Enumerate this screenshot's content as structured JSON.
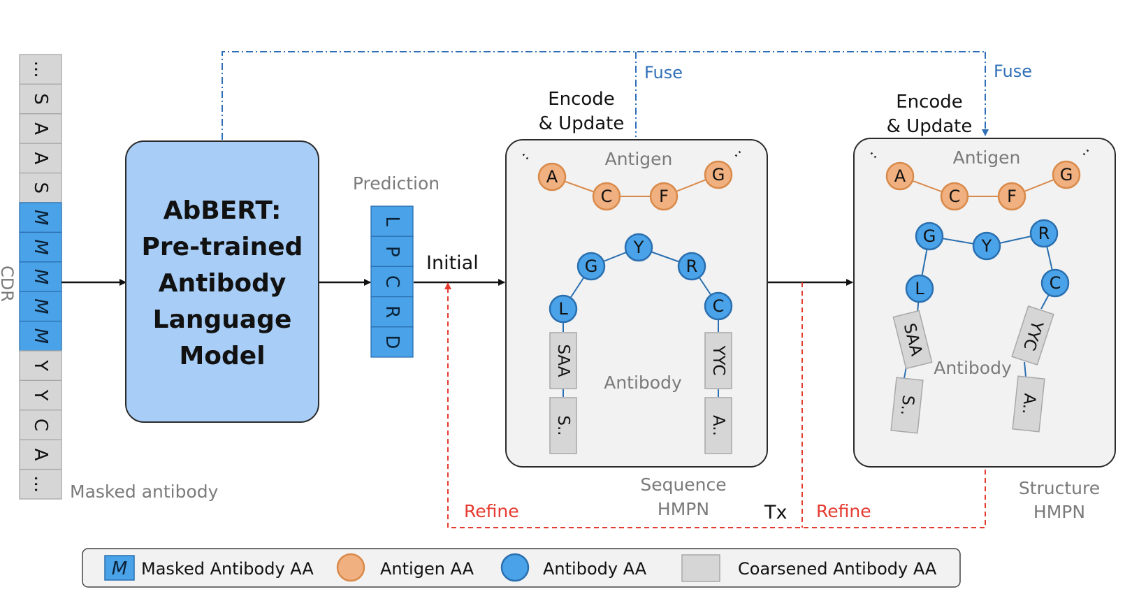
{
  "sequence": {
    "tokens": [
      {
        "t": "...",
        "masked": false
      },
      {
        "t": "S",
        "masked": false
      },
      {
        "t": "A",
        "masked": false
      },
      {
        "t": "A",
        "masked": false
      },
      {
        "t": "S",
        "masked": false
      },
      {
        "t": "M",
        "masked": true
      },
      {
        "t": "M",
        "masked": true
      },
      {
        "t": "M",
        "masked": true
      },
      {
        "t": "M",
        "masked": true
      },
      {
        "t": "M",
        "masked": true
      },
      {
        "t": "Y",
        "masked": false
      },
      {
        "t": "Y",
        "masked": false
      },
      {
        "t": "C",
        "masked": false
      },
      {
        "t": "A",
        "masked": false
      },
      {
        "t": "...",
        "masked": false
      }
    ],
    "side_label": "CDR",
    "caption": "Masked antibody"
  },
  "model": {
    "lines": [
      "AbBERT:",
      "Pre-trained",
      "Antibody",
      "Language",
      "Model"
    ]
  },
  "prediction": {
    "title": "Prediction",
    "tokens": [
      "L",
      "P",
      "C",
      "R",
      "D"
    ]
  },
  "flow": {
    "initial": "Initial",
    "fuse_1": "Fuse",
    "fuse_2": "Fuse",
    "encode_1": [
      "Encode",
      "& Update"
    ],
    "encode_2": [
      "Encode",
      "& Update"
    ],
    "refine_1": "Refine",
    "refine_2": "Refine",
    "tx": "Tx"
  },
  "panel_seq": {
    "antigen_title": "Antigen",
    "antibody_title": "Antibody",
    "antigen_nodes": [
      "A",
      "C",
      "F",
      "G"
    ],
    "antibody_nodes": [
      "L",
      "G",
      "Y",
      "R",
      "C"
    ],
    "coarse_left": [
      "SAA",
      "S.."
    ],
    "coarse_right": [
      "YYC",
      "A.."
    ],
    "ellipsis": "..",
    "caption": [
      "Sequence",
      "HMPN"
    ]
  },
  "panel_struct": {
    "antigen_title": "Antigen",
    "antibody_title": "Antibody",
    "antigen_nodes": [
      "A",
      "C",
      "F",
      "G"
    ],
    "antibody_nodes": [
      "L",
      "G",
      "Y",
      "R",
      "C"
    ],
    "coarse_left": [
      "SAA",
      "S.."
    ],
    "coarse_right": [
      "YYC",
      "A.."
    ],
    "ellipsis": "..",
    "caption": [
      "Structure",
      "HMPN"
    ]
  },
  "legend": {
    "masked_symbol": "M",
    "masked_label": "Masked Antibody AA",
    "antigen_label": "Antigen AA",
    "antibody_label": "Antibody AA",
    "coarse_label": "Coarsened Antibody AA"
  },
  "colors": {
    "blue_fill": "#4aa3e8",
    "blue_stroke": "#2a6fb0",
    "orange_fill": "#f0b07f",
    "orange_stroke": "#d98a4a",
    "model_fill": "#a8cdf6",
    "panel_fill": "#f2f2f2",
    "gray_box": "#d6d6d6",
    "gray_stroke": "#a8a8a8",
    "fuse_blue": "#2f6fb8",
    "refine_red": "#e53a2f"
  }
}
